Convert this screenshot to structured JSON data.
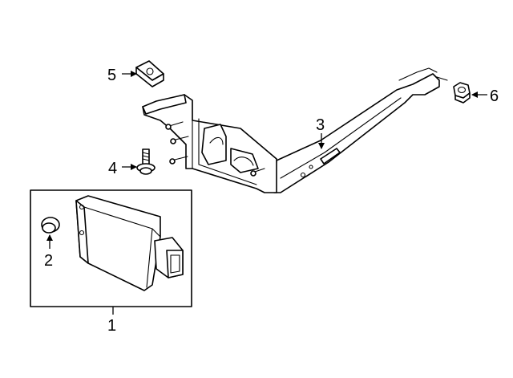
{
  "callouts": {
    "c1": "1",
    "c2": "2",
    "c3": "3",
    "c4": "4",
    "c5": "5",
    "c6": "6"
  },
  "parts": [
    {
      "callout": "1",
      "icon": "control-module-icon"
    },
    {
      "callout": "2",
      "icon": "grommet-icon"
    },
    {
      "callout": "3",
      "icon": "mounting-bracket-icon"
    },
    {
      "callout": "4",
      "icon": "bolt-icon"
    },
    {
      "callout": "5",
      "icon": "u-nut-clip-icon"
    },
    {
      "callout": "6",
      "icon": "hex-nut-icon"
    }
  ]
}
